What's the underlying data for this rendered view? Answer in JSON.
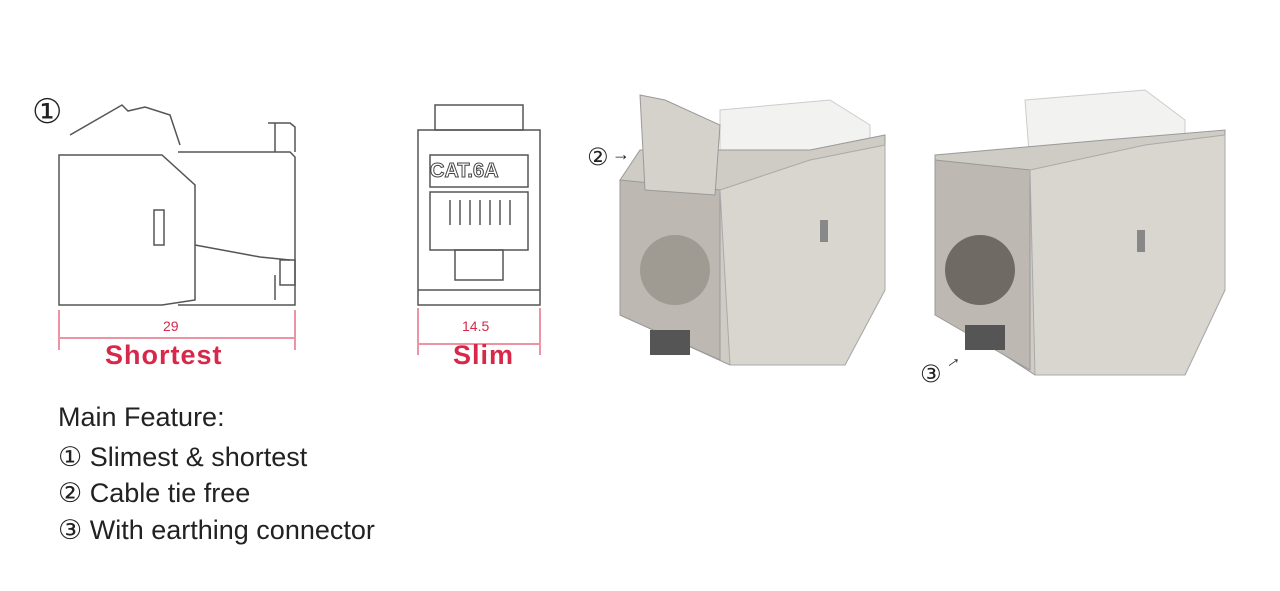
{
  "drawing": {
    "marker": "①",
    "front_label": "CAT.6A",
    "length_value": "29",
    "length_label": "Shortest",
    "width_value": "14.5",
    "width_label": "Slim"
  },
  "photos": {
    "callout_2": "②",
    "callout_3": "③"
  },
  "features": {
    "title": "Main Feature:",
    "items": [
      {
        "marker": "①",
        "text": "Slimest & shortest"
      },
      {
        "marker": "②",
        "text": "Cable tie free"
      },
      {
        "marker": "③",
        "text": "With earthing connector"
      }
    ]
  },
  "colors": {
    "accent": "#d8284a",
    "metal": "#c9c5bf"
  }
}
